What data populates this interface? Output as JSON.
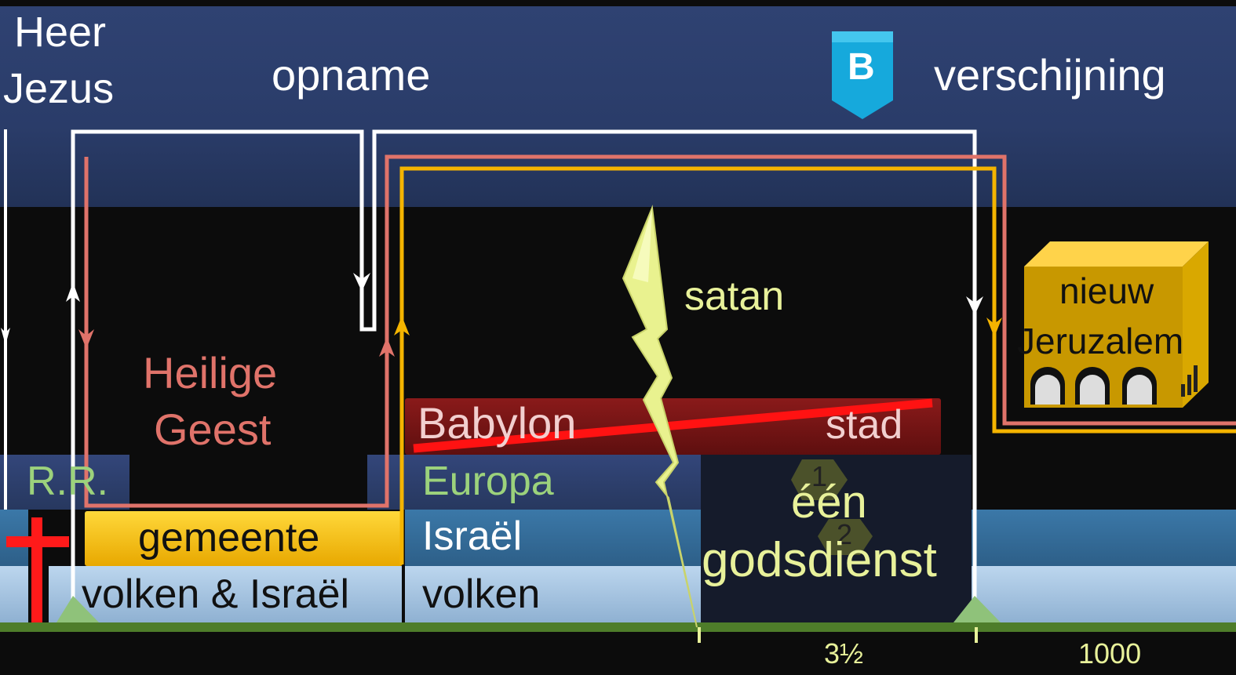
{
  "labels": {
    "heer": "Heer",
    "jezus": "Jezus",
    "opname": "opname",
    "badge": "B",
    "verschijning": "verschijning",
    "satan": "satan",
    "nieuw": "nieuw",
    "jeruzalem": "Jeruzalem",
    "heilige": "Heilige",
    "geest": "Geest",
    "babylon": "Babylon",
    "stad": "stad",
    "rr": "R.R.",
    "europa": "Europa",
    "een": "één",
    "godsdienst": "godsdienst",
    "num1": "1",
    "num2": "2",
    "gemeente": "gemeente",
    "israel": "Israël",
    "volken_israel": "volken & Israël",
    "volken": "volken",
    "tick_35": "3½",
    "tick_1000": "1000"
  },
  "colors": {
    "white_line": "#ffffff",
    "pink_line": "#e0736a",
    "gold_line": "#f4b400",
    "red_cross": "#ff1a1a",
    "timeline": "#4e7d2a",
    "satan_text": "#e8f19a"
  },
  "icons": {
    "badge": "b-shield-icon",
    "cross": "cross-icon",
    "lightning": "lightning-bolt-icon",
    "city": "new-jerusalem-cube-icon"
  }
}
